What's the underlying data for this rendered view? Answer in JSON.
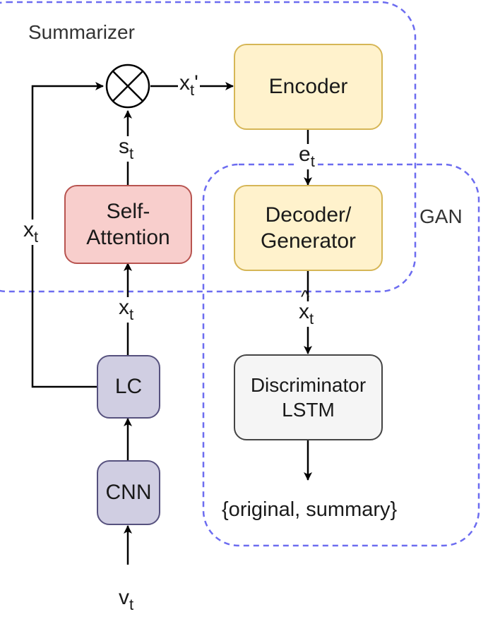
{
  "groups": {
    "summarizer": "Summarizer",
    "gan": "GAN"
  },
  "nodes": {
    "encoder": "Encoder",
    "decoder": "Decoder/\nGenerator",
    "self_attention": "Self-\nAttention",
    "lc": "LC",
    "cnn": "CNN",
    "discriminator": "Discriminator\nLSTM"
  },
  "labels": {
    "xt_prime": {
      "base": "x",
      "sub": "t",
      "suffix": "'"
    },
    "st": {
      "base": "s",
      "sub": "t"
    },
    "et": {
      "base": "e",
      "sub": "t"
    },
    "xt_left": {
      "base": "x",
      "sub": "t"
    },
    "xt_mid": {
      "base": "x",
      "sub": "t"
    },
    "xt_hat": {
      "base": "x",
      "sub": "t"
    },
    "vt": {
      "base": "v",
      "sub": "t"
    }
  },
  "output_text": "{original, summary}",
  "operator_symbol": "multiply-circle",
  "colors": {
    "group_border": "#6c6cf0",
    "yellow_fill": "#fff2cc",
    "yellow_border": "#d6b656",
    "red_fill": "#f8cecc",
    "red_border": "#b85450",
    "purple_fill": "#d0cee2",
    "purple_border": "#56517e",
    "grey_fill": "#f5f5f5",
    "grey_border": "#444444"
  }
}
